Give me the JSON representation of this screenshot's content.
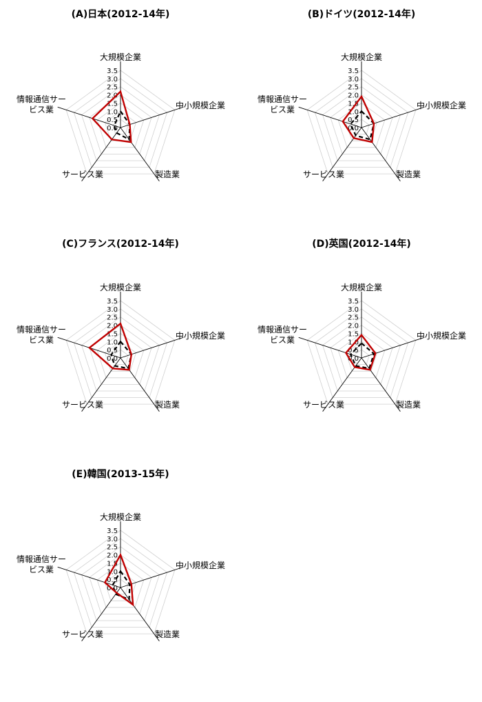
{
  "chart_data": [
    {
      "type": "radar",
      "title": "(A)日本(2012-14年)",
      "axes": [
        "大規模企業",
        "中小規模企業",
        "製造業",
        "サービス業",
        "情報通信サービス業"
      ],
      "axis_lines": [
        [
          "大規模企業"
        ],
        [
          "中小規模企業"
        ],
        [
          "製造業"
        ],
        [
          "サービス業"
        ],
        [
          "情報通信サー",
          "ビス業"
        ]
      ],
      "ticks": [
        "0.0",
        "0.5",
        "1.0",
        "1.5",
        "2.0",
        "2.5",
        "3.0",
        "3.5"
      ],
      "rlim": [
        0,
        3.5
      ],
      "series": [
        {
          "values": [
            2.2,
            0.6,
            1.1,
            0.9,
            1.8
          ],
          "color": "#c00000",
          "style": "solid"
        },
        {
          "values": [
            1.0,
            0.6,
            0.9,
            0.4,
            0.4
          ],
          "color": "#000000",
          "style": "dashed"
        }
      ]
    },
    {
      "type": "radar",
      "title": "(B)ドイツ(2012-14年)",
      "axes": [
        "大規模企業",
        "中小規模企業",
        "製造業",
        "サービス業",
        "情報通信サービス業"
      ],
      "axis_lines": [
        [
          "大規模企業"
        ],
        [
          "中小規模企業"
        ],
        [
          "製造業"
        ],
        [
          "サービス業"
        ],
        [
          "情報通信サー",
          "ビス業"
        ]
      ],
      "ticks": [
        "0.0",
        "0.5",
        "1.0",
        "1.5",
        "2.0",
        "2.5",
        "3.0",
        "3.5"
      ],
      "rlim": [
        0,
        3.5
      ],
      "series": [
        {
          "values": [
            1.9,
            0.8,
            1.1,
            0.8,
            1.2
          ],
          "color": "#c00000",
          "style": "solid"
        },
        {
          "values": [
            1.0,
            0.8,
            0.9,
            0.6,
            0.7
          ],
          "color": "#000000",
          "style": "dashed"
        }
      ]
    },
    {
      "type": "radar",
      "title": "(C)フランス(2012-14年)",
      "axes": [
        "大規模企業",
        "中小規模企業",
        "製造業",
        "サービス業",
        "情報通信サービス業"
      ],
      "axis_lines": [
        [
          "大規模企業"
        ],
        [
          "中小規模企業"
        ],
        [
          "製造業"
        ],
        [
          "サービス業"
        ],
        [
          "情報通信サー",
          "ビス業"
        ]
      ],
      "ticks": [
        "0.0",
        "0.5",
        "1.0",
        "1.5",
        "2.0",
        "2.5",
        "3.0",
        "3.5"
      ],
      "rlim": [
        0,
        3.5
      ],
      "series": [
        {
          "values": [
            2.1,
            0.7,
            0.9,
            0.8,
            2.0
          ],
          "color": "#c00000",
          "style": "solid"
        },
        {
          "values": [
            1.0,
            0.7,
            0.8,
            0.6,
            0.6
          ],
          "color": "#000000",
          "style": "dashed"
        }
      ]
    },
    {
      "type": "radar",
      "title": "(D)英国(2012-14年)",
      "axes": [
        "大規模企業",
        "中小規模企業",
        "製造業",
        "サービス業",
        "情報通信サービス業"
      ],
      "axis_lines": [
        [
          "大規模企業"
        ],
        [
          "中小規模企業"
        ],
        [
          "製造業"
        ],
        [
          "サービス業"
        ],
        [
          "情報通信サー",
          "ビス業"
        ]
      ],
      "ticks": [
        "0.0",
        "0.5",
        "1.0",
        "1.5",
        "2.0",
        "2.5",
        "3.0",
        "3.5"
      ],
      "rlim": [
        0,
        3.5
      ],
      "series": [
        {
          "values": [
            1.4,
            0.9,
            0.9,
            0.7,
            1.0
          ],
          "color": "#c00000",
          "style": "solid"
        },
        {
          "values": [
            0.9,
            0.8,
            0.8,
            0.6,
            0.7
          ],
          "color": "#000000",
          "style": "dashed"
        }
      ]
    },
    {
      "type": "radar",
      "title": "(E)韓国(2013-15年)",
      "axes": [
        "大規模企業",
        "中小規模企業",
        "製造業",
        "サービス業",
        "情報通信サービス業"
      ],
      "axis_lines": [
        [
          "大規模企業"
        ],
        [
          "中小規模企業"
        ],
        [
          "製造業"
        ],
        [
          "サービス業"
        ],
        [
          "情報通信サー",
          "ビス業"
        ]
      ],
      "ticks": [
        "0.0",
        "0.5",
        "1.0",
        "1.5",
        "2.0",
        "2.5",
        "3.0",
        "3.5"
      ],
      "rlim": [
        0,
        3.5
      ],
      "series": [
        {
          "values": [
            2.0,
            0.7,
            1.3,
            0.4,
            1.0
          ],
          "color": "#c00000",
          "style": "solid"
        },
        {
          "values": [
            1.0,
            0.6,
            0.9,
            0.5,
            0.5
          ],
          "color": "#000000",
          "style": "dashed"
        }
      ]
    }
  ]
}
